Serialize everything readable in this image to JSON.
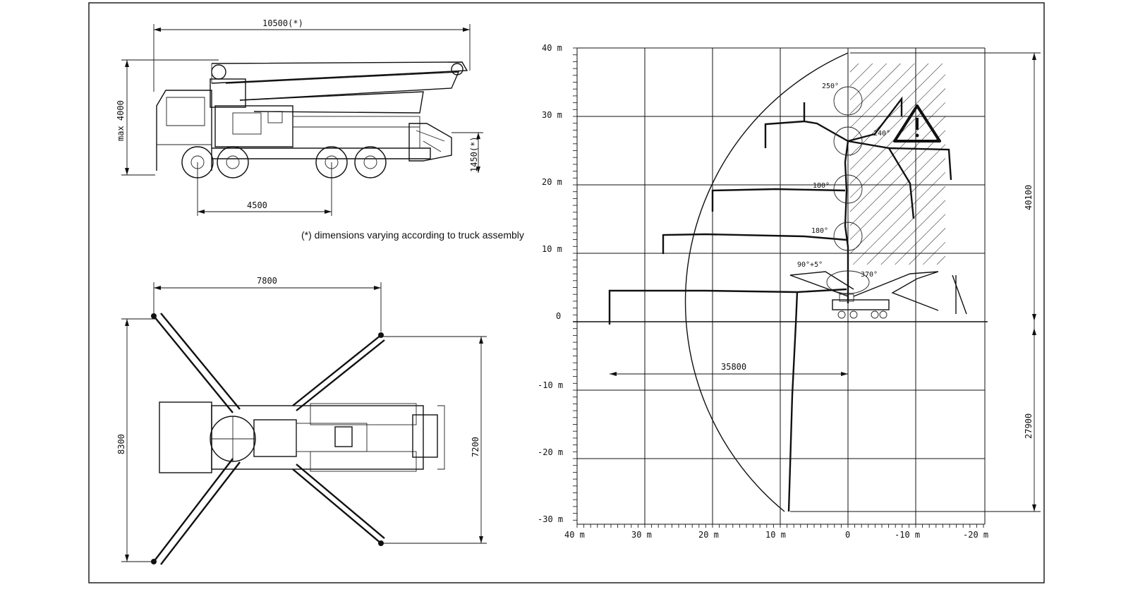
{
  "side_view": {
    "overall_length": "10500(*)",
    "height": "max 4000",
    "rear_height": "1450(*)",
    "wheelbase": "4500"
  },
  "note": "(*) dimensions varying according to truck assembly",
  "top_view": {
    "outrigger_span_front": "7800",
    "outrigger_span_side_left": "8300",
    "outrigger_span_side_right": "7200"
  },
  "reach_diagram": {
    "y_ticks": [
      "40 m",
      "30 m",
      "20 m",
      "10 m",
      "0",
      "-10 m",
      "-20 m",
      "-30 m"
    ],
    "x_ticks": [
      "40 m",
      "30 m",
      "20 m",
      "10 m",
      "0",
      "-10 m",
      "-20 m"
    ],
    "max_height": "40100",
    "max_depth": "27900",
    "horizontal_reach": "35800",
    "angles": [
      "250°",
      "240°",
      "180°",
      "180°",
      "90°+5°",
      "370°"
    ]
  },
  "colors": {
    "line": "#111111",
    "background": "#ffffff"
  }
}
